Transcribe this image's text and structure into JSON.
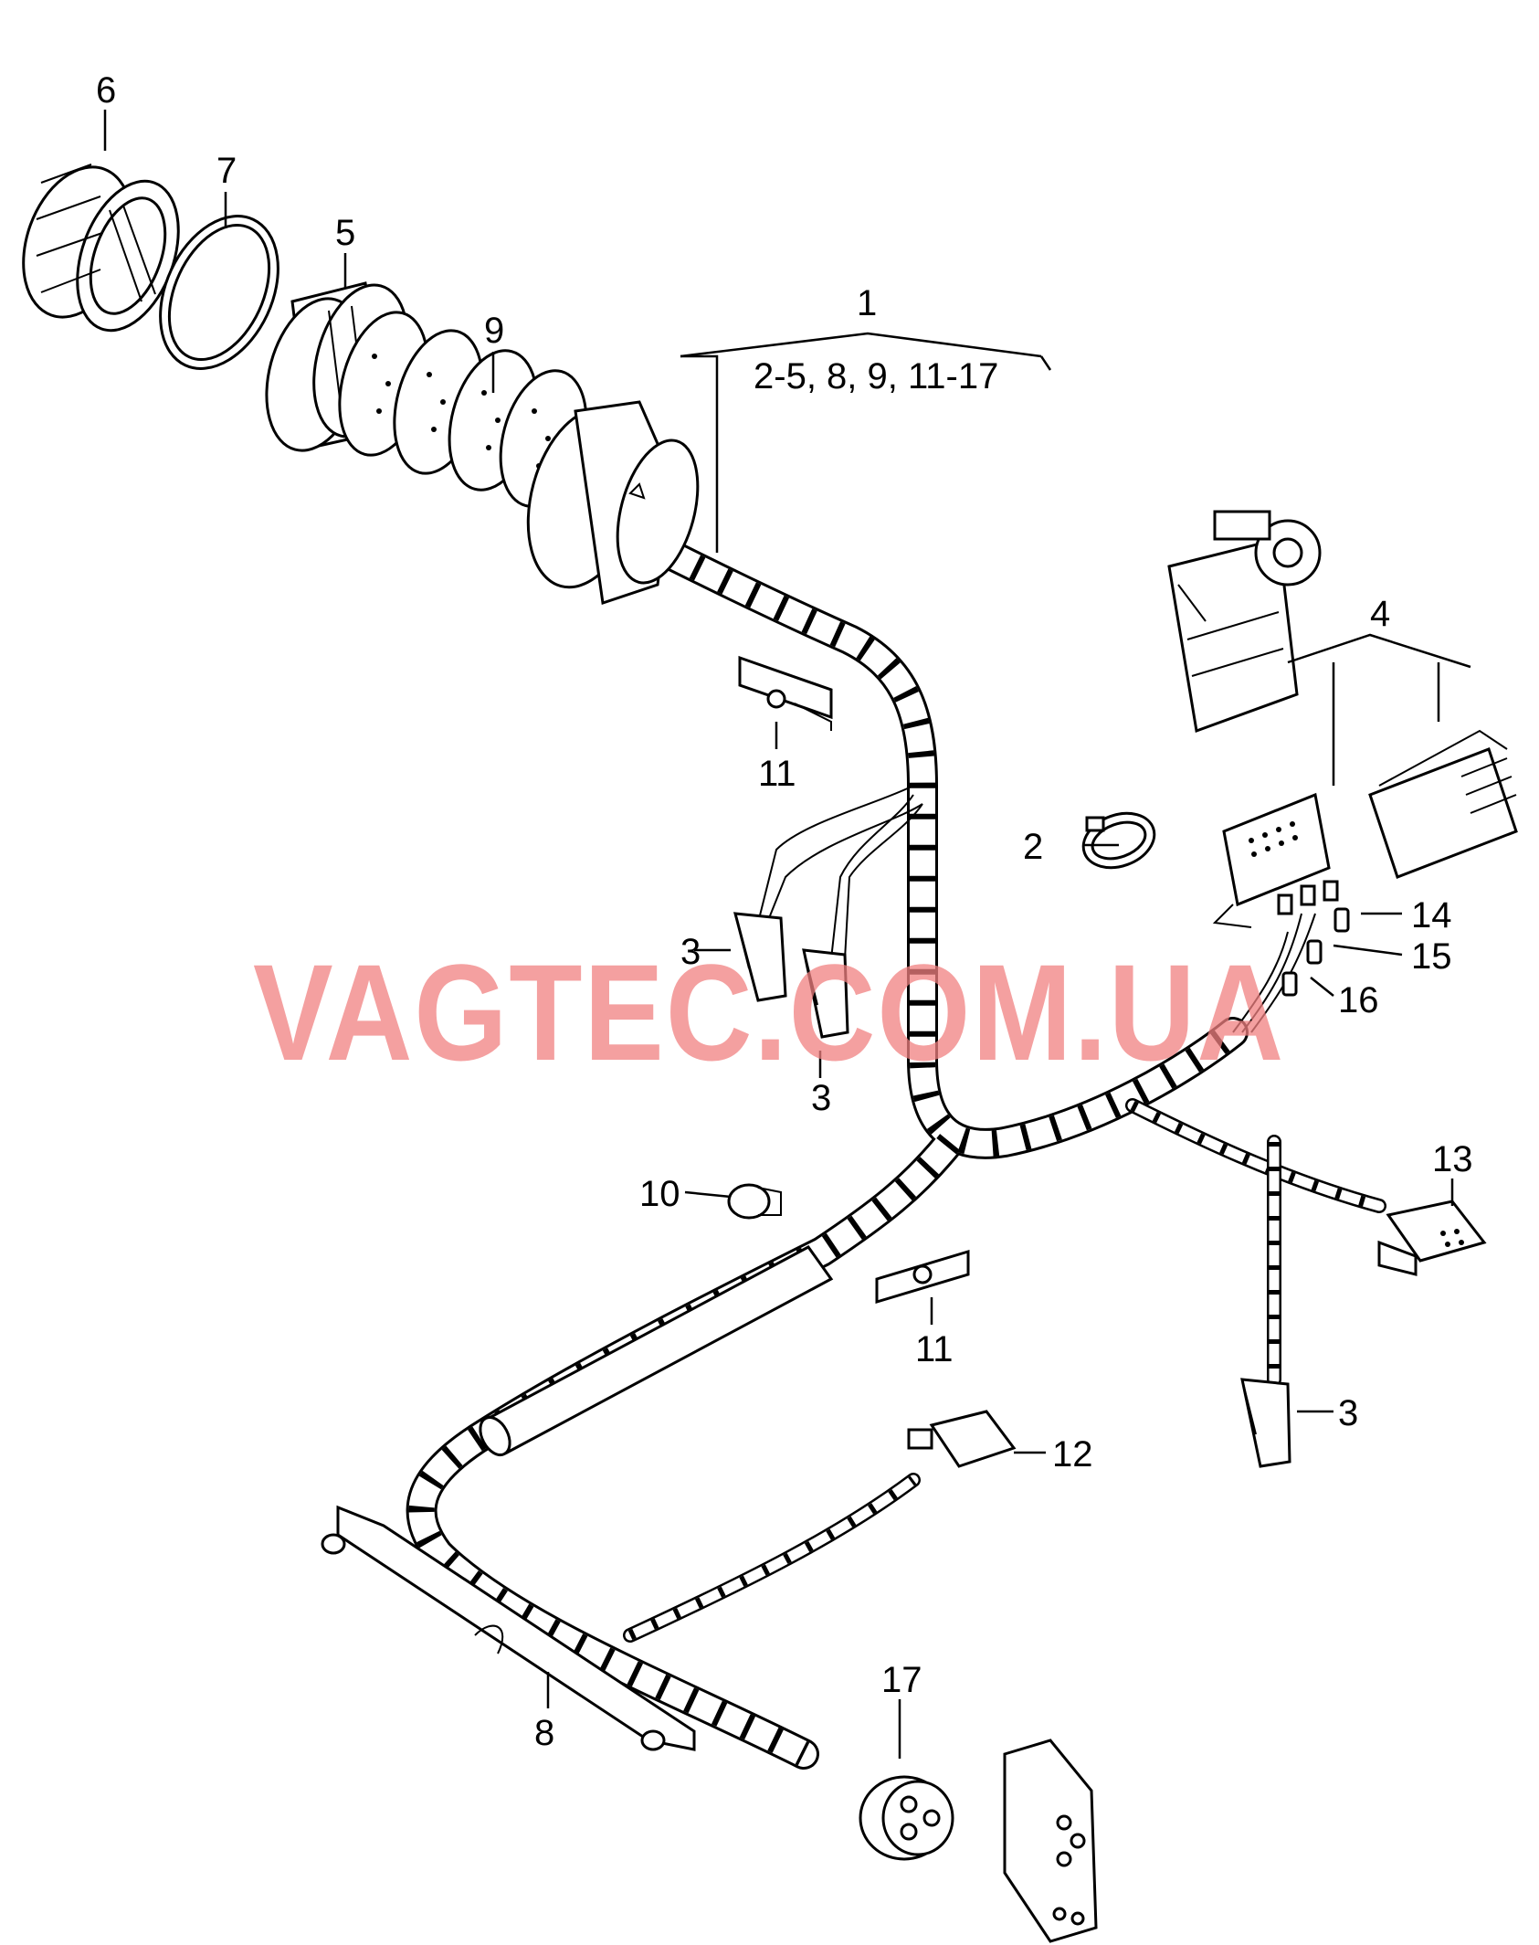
{
  "watermark": "VAGTEC.COM.UA",
  "callouts": {
    "c1": "1",
    "c1_range": "2-5, 8, 9, 11-17",
    "c2": "2",
    "c3a": "3",
    "c3b": "3",
    "c3c": "3",
    "c4": "4",
    "c5": "5",
    "c6": "6",
    "c7": "7",
    "c8": "8",
    "c9": "9",
    "c10": "10",
    "c11a": "11",
    "c11b": "11",
    "c12": "12",
    "c13": "13",
    "c14": "14",
    "c15": "15",
    "c16": "16",
    "c17": "17"
  },
  "icons": {
    "part6": "round-knob-icon",
    "part7": "ring-seal-icon",
    "part5": "cylinder-housing-icon",
    "part9": "corrugated-sleeve-icon",
    "part2": "cable-tie-icon",
    "part3": "plug-connector-icon",
    "part4": "multi-pin-connector-icon",
    "part10": "clip-icon",
    "part11": "bracket-icon",
    "part12": "connector-housing-icon",
    "part13": "connector-housing-icon",
    "part17": "round-socket-icon",
    "part8": "ground-strap-icon"
  },
  "colors": {
    "line": "#000000",
    "background": "#ffffff",
    "watermark": "#f08080"
  }
}
